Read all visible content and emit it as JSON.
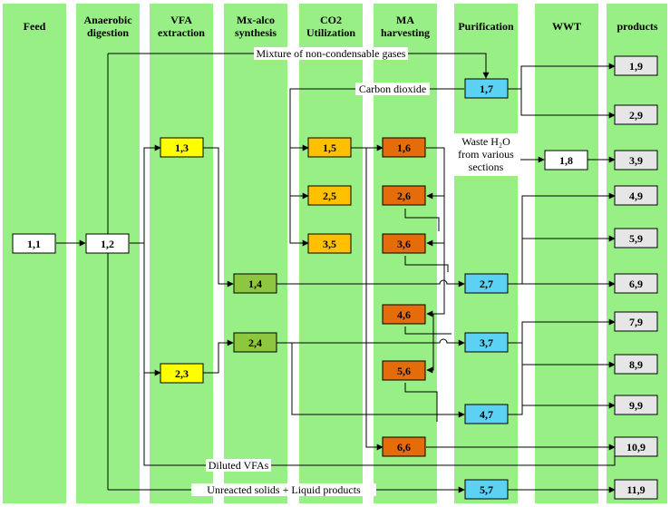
{
  "colors": {
    "column": "#98ef86",
    "feed": "#ffffff",
    "vfa": "#ffff00",
    "mxalco": "#8dc63f",
    "co2": "#ffc000",
    "ma": "#e46c0a",
    "purification": "#5bd1f4",
    "wwt": "#ffffff",
    "products": "#e6e6e6",
    "line": "#000000"
  },
  "columns": [
    {
      "id": "feed",
      "lines": [
        "Feed"
      ]
    },
    {
      "id": "ad",
      "lines": [
        "Anaerobic",
        "digestion"
      ]
    },
    {
      "id": "vfa",
      "lines": [
        "VFA",
        "extraction"
      ]
    },
    {
      "id": "mx",
      "lines": [
        "Mx-alco",
        "synthesis"
      ]
    },
    {
      "id": "co2",
      "lines": [
        "CO2",
        "Utilization"
      ]
    },
    {
      "id": "ma",
      "lines": [
        "MA",
        "harvesting"
      ]
    },
    {
      "id": "pur",
      "lines": [
        "Purification"
      ]
    },
    {
      "id": "wwt",
      "lines": [
        "WWT"
      ]
    },
    {
      "id": "prod",
      "lines": [
        "products"
      ]
    }
  ],
  "nodes": [
    {
      "id": "n11",
      "label": "1,1",
      "color": "feed"
    },
    {
      "id": "n12",
      "label": "1,2",
      "color": "feed"
    },
    {
      "id": "n13",
      "label": "1,3",
      "color": "vfa"
    },
    {
      "id": "n23",
      "label": "2,3",
      "color": "vfa"
    },
    {
      "id": "n14",
      "label": "1,4",
      "color": "mxalco"
    },
    {
      "id": "n24",
      "label": "2,4",
      "color": "mxalco"
    },
    {
      "id": "n15",
      "label": "1,5",
      "color": "co2"
    },
    {
      "id": "n25",
      "label": "2,5",
      "color": "co2"
    },
    {
      "id": "n35",
      "label": "3,5",
      "color": "co2"
    },
    {
      "id": "n16",
      "label": "1,6",
      "color": "ma"
    },
    {
      "id": "n26",
      "label": "2,6",
      "color": "ma"
    },
    {
      "id": "n36",
      "label": "3,6",
      "color": "ma"
    },
    {
      "id": "n46",
      "label": "4,6",
      "color": "ma"
    },
    {
      "id": "n56",
      "label": "5,6",
      "color": "ma"
    },
    {
      "id": "n66",
      "label": "6,6",
      "color": "ma"
    },
    {
      "id": "n17",
      "label": "1,7",
      "color": "purification"
    },
    {
      "id": "n27",
      "label": "2,7",
      "color": "purification"
    },
    {
      "id": "n37",
      "label": "3,7",
      "color": "purification"
    },
    {
      "id": "n47",
      "label": "4,7",
      "color": "purification"
    },
    {
      "id": "n57",
      "label": "5,7",
      "color": "purification"
    },
    {
      "id": "n18",
      "label": "1,8",
      "color": "wwt"
    },
    {
      "id": "n19",
      "label": "1,9",
      "color": "products"
    },
    {
      "id": "n29",
      "label": "2,9",
      "color": "products"
    },
    {
      "id": "n39",
      "label": "3,9",
      "color": "products"
    },
    {
      "id": "n49",
      "label": "4,9",
      "color": "products"
    },
    {
      "id": "n59",
      "label": "5,9",
      "color": "products"
    },
    {
      "id": "n69",
      "label": "6,9",
      "color": "products"
    },
    {
      "id": "n79",
      "label": "7,9",
      "color": "products"
    },
    {
      "id": "n89",
      "label": "8,9",
      "color": "products"
    },
    {
      "id": "n99",
      "label": "9,9",
      "color": "products"
    },
    {
      "id": "n109",
      "label": "10,9",
      "color": "products"
    },
    {
      "id": "n119",
      "label": "11,9",
      "color": "products"
    }
  ],
  "flow_labels": {
    "gases": "Mixture of non-condensable gases",
    "co2": "Carbon dioxide",
    "waste_water": [
      "Waste H₂O",
      "from various",
      "sections"
    ],
    "diluted_vfas": "Diluted VFAs",
    "unreacted": "Unreacted solids + Liquid products"
  }
}
